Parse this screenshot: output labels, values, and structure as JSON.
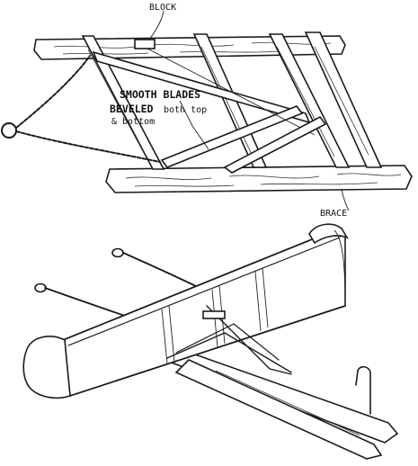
{
  "figure": {
    "top_sled_labels": {
      "block": "BLOCK",
      "blades_line1": "SMOOTH BLADES",
      "blades_line2_bold": "BEVELED",
      "blades_line2_rest": "both top",
      "blades_line3": "& bottom",
      "brace": "BRACE"
    }
  }
}
